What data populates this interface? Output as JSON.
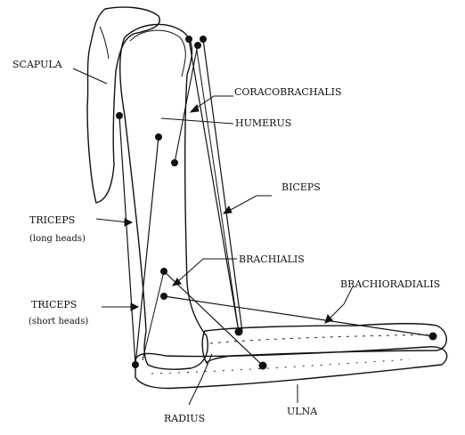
{
  "labels": {
    "scapula": "SCAPULA",
    "coracobrachialis": "CORACOBRACHALIS",
    "humerus": "HUMERUS",
    "biceps": "BICEPS",
    "triceps_long": "TRICEPS",
    "triceps_long_sub": "(long heads)",
    "brachialis": "BRACHIALIS",
    "brachioradialis": "BRACHIORADIALIS",
    "triceps_short": "TRICEPS",
    "triceps_short_sub": "(short heads)",
    "radius": "RADIUS",
    "ulna": "ULNA"
  },
  "colors": {
    "line": "#111111",
    "background": "#ffffff"
  }
}
